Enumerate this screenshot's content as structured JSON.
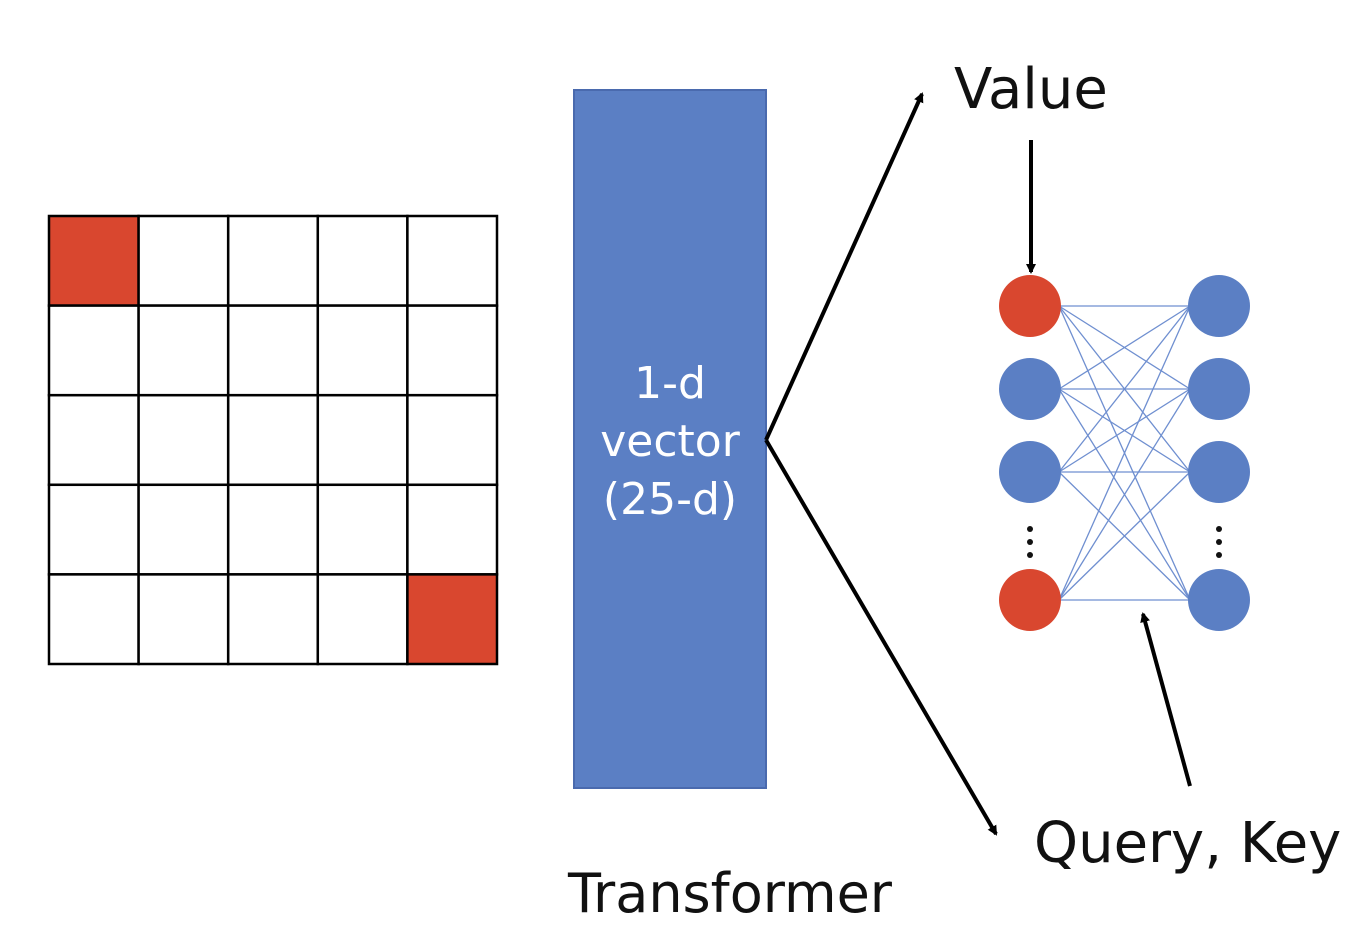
{
  "grid": {
    "rows": 5,
    "cols": 5,
    "highlighted_cells": [
      [
        0,
        0
      ],
      [
        4,
        4
      ]
    ],
    "highlight_color": "#D9472F",
    "line_color": "#000000"
  },
  "vector_box": {
    "lines": [
      "1-d",
      "vector",
      "(25-d)"
    ],
    "fill_color": "#5B7FC4"
  },
  "caption": "Transformer",
  "labels": {
    "value": "Value",
    "query_key": "Query, Key"
  },
  "network": {
    "left_nodes": [
      "red",
      "blue",
      "blue",
      "ellipsis",
      "red"
    ],
    "right_nodes": [
      "blue",
      "blue",
      "blue",
      "ellipsis",
      "blue"
    ],
    "node_red": "#D9472F",
    "node_blue": "#5B7FC4"
  }
}
